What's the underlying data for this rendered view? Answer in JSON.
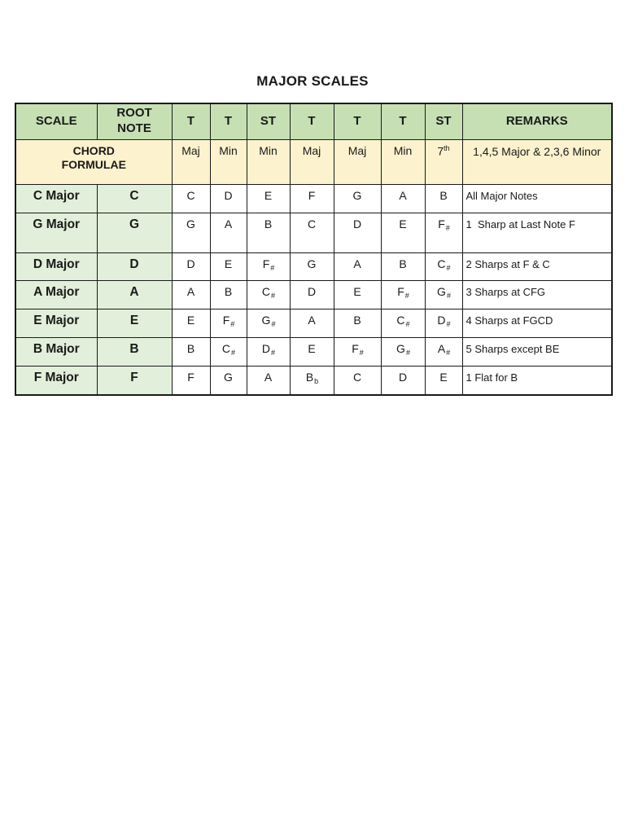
{
  "page": {
    "title": "MAJOR SCALES"
  },
  "table": {
    "headers": {
      "scale": "SCALE",
      "root": "ROOT\nNOTE",
      "steps": [
        "T",
        "T",
        "ST",
        "T",
        "T",
        "T",
        "ST"
      ],
      "remarks": "REMARKS"
    },
    "formula": {
      "label": "CHORD\nFORMULAE",
      "cells": [
        "Maj",
        "Min",
        "Min",
        "Maj",
        "Maj",
        "Min"
      ],
      "seventh_base": "7",
      "seventh_sup": "th",
      "remark": "1,4,5 Major & 2,3,6 Minor"
    },
    "rows": [
      {
        "scale": "C Major",
        "root": "C",
        "notes": [
          {
            "b": "C",
            "s": ""
          },
          {
            "b": "D",
            "s": ""
          },
          {
            "b": "E",
            "s": ""
          },
          {
            "b": "F",
            "s": ""
          },
          {
            "b": "G",
            "s": ""
          },
          {
            "b": "A",
            "s": ""
          },
          {
            "b": "B",
            "s": ""
          }
        ],
        "remark": "All Major Notes"
      },
      {
        "scale": "G Major",
        "root": "G",
        "notes": [
          {
            "b": "G",
            "s": ""
          },
          {
            "b": "A",
            "s": ""
          },
          {
            "b": "B",
            "s": ""
          },
          {
            "b": "C",
            "s": ""
          },
          {
            "b": "D",
            "s": ""
          },
          {
            "b": "E",
            "s": ""
          },
          {
            "b": "F",
            "s": "#"
          }
        ],
        "remark": "1  Sharp at Last Note F"
      },
      {
        "scale": "D Major",
        "root": "D",
        "notes": [
          {
            "b": "D",
            "s": ""
          },
          {
            "b": "E",
            "s": ""
          },
          {
            "b": "F",
            "s": "#"
          },
          {
            "b": "G",
            "s": ""
          },
          {
            "b": "A",
            "s": ""
          },
          {
            "b": "B",
            "s": ""
          },
          {
            "b": "C",
            "s": "#"
          }
        ],
        "remark": "2 Sharps at F & C"
      },
      {
        "scale": "A Major",
        "root": "A",
        "notes": [
          {
            "b": "A",
            "s": ""
          },
          {
            "b": "B",
            "s": ""
          },
          {
            "b": "C",
            "s": "#"
          },
          {
            "b": "D",
            "s": ""
          },
          {
            "b": "E",
            "s": ""
          },
          {
            "b": "F",
            "s": "#"
          },
          {
            "b": "G",
            "s": "#"
          }
        ],
        "remark": "3 Sharps at CFG"
      },
      {
        "scale": "E Major",
        "root": "E",
        "notes": [
          {
            "b": "E",
            "s": ""
          },
          {
            "b": "F",
            "s": "#"
          },
          {
            "b": "G",
            "s": "#"
          },
          {
            "b": "A",
            "s": ""
          },
          {
            "b": "B",
            "s": ""
          },
          {
            "b": "C",
            "s": "#"
          },
          {
            "b": "D",
            "s": "#"
          }
        ],
        "remark": "4 Sharps at FGCD"
      },
      {
        "scale": "B Major",
        "root": "B",
        "notes": [
          {
            "b": "B",
            "s": ""
          },
          {
            "b": "C",
            "s": "#"
          },
          {
            "b": "D",
            "s": "#"
          },
          {
            "b": "E",
            "s": ""
          },
          {
            "b": "F",
            "s": "#"
          },
          {
            "b": "G",
            "s": "#"
          },
          {
            "b": "A",
            "s": "#"
          }
        ],
        "remark": "5 Sharps except BE"
      },
      {
        "scale": "F Major",
        "root": "F",
        "notes": [
          {
            "b": "F",
            "s": ""
          },
          {
            "b": "G",
            "s": ""
          },
          {
            "b": "A",
            "s": ""
          },
          {
            "b": "B",
            "s": "b"
          },
          {
            "b": "C",
            "s": ""
          },
          {
            "b": "D",
            "s": ""
          },
          {
            "b": "E",
            "s": ""
          }
        ],
        "remark": "1 Flat for B"
      }
    ],
    "colors": {
      "header_bg": "#c6e0b4",
      "formula_bg": "#fcf2cd",
      "scale_bg": "#e2efda",
      "border": "#1a1a1a"
    }
  }
}
